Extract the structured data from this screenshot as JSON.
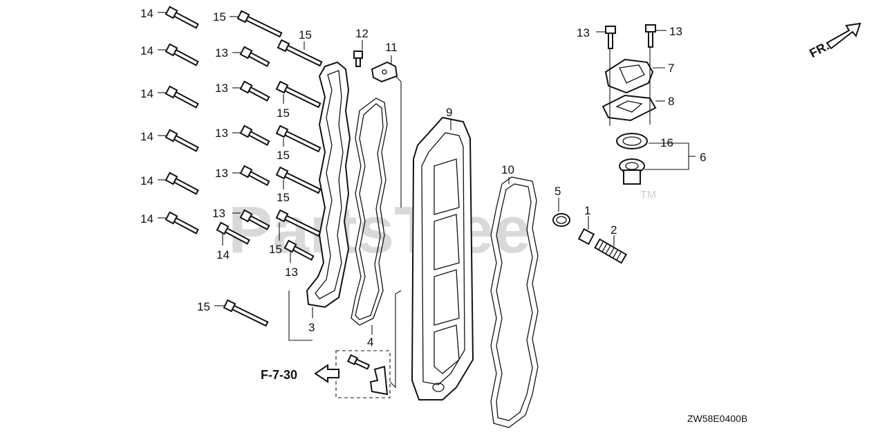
{
  "watermark": "PartsTree",
  "trademark": "TM",
  "direction_label": "FR.",
  "reference_label": "F-7-30",
  "diagram_code": "ZW58E0400B",
  "callouts": {
    "n1": "1",
    "n2": "2",
    "n3": "3",
    "n4": "4",
    "n5": "5",
    "n6": "6",
    "n7": "7",
    "n8": "8",
    "n9": "9",
    "n10": "10",
    "n11": "11",
    "n12": "12",
    "n13": "13",
    "n14": "14",
    "n15": "15",
    "n16": "16"
  }
}
